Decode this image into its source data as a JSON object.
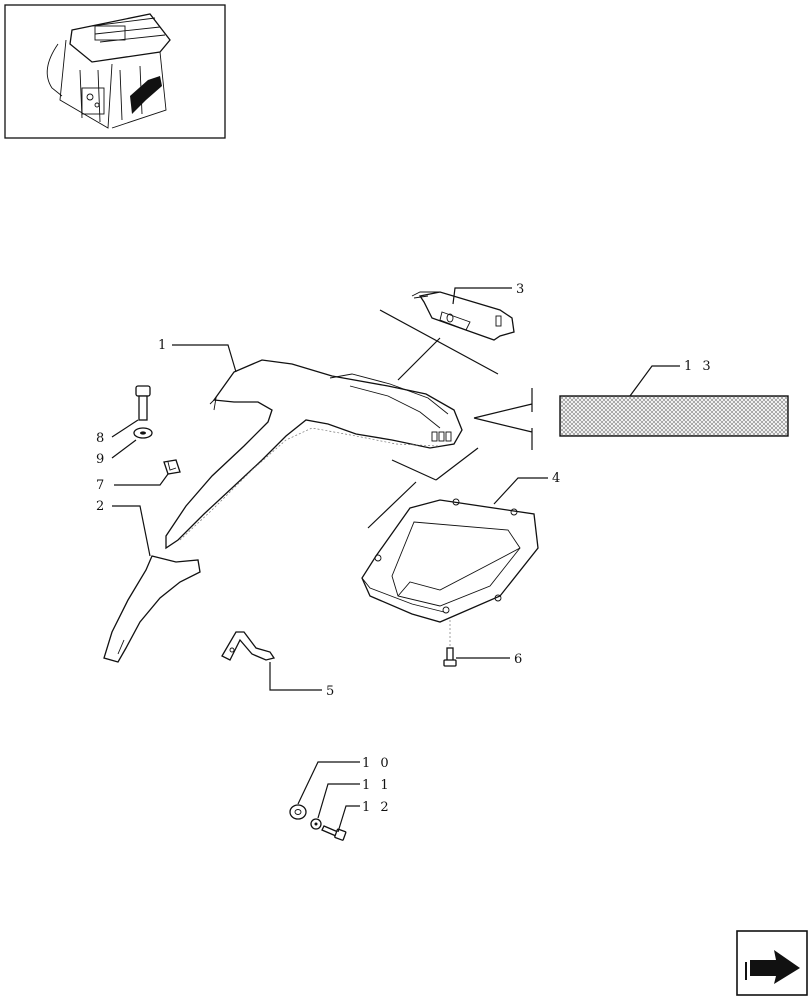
{
  "thumbnail": {
    "icon": "cab-isometric-thumbnail"
  },
  "nav": {
    "icon": "next-page-arrow-icon"
  },
  "callouts": {
    "c1": "1",
    "c2": "2",
    "c3": "3",
    "c4": "4",
    "c5": "5",
    "c6": "6",
    "c7": "7",
    "c8": "8",
    "c9": "9",
    "c10": "1 0",
    "c11": "1 1",
    "c12": "1 2",
    "c13": "1 3"
  },
  "colors": {
    "line": "#111111",
    "hatch": "#9a9a9a"
  }
}
